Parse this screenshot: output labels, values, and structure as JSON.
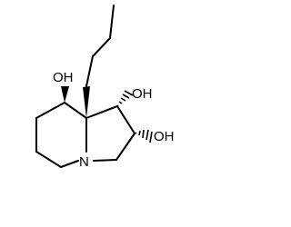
{
  "molecule": {
    "labels": {
      "oh_top_left": "OH",
      "oh_top_right": "OH",
      "oh_right": "OH",
      "nitrogen": "N"
    },
    "colors": {
      "bond": "#000000",
      "text": "#000000",
      "background": "#ffffff"
    }
  }
}
